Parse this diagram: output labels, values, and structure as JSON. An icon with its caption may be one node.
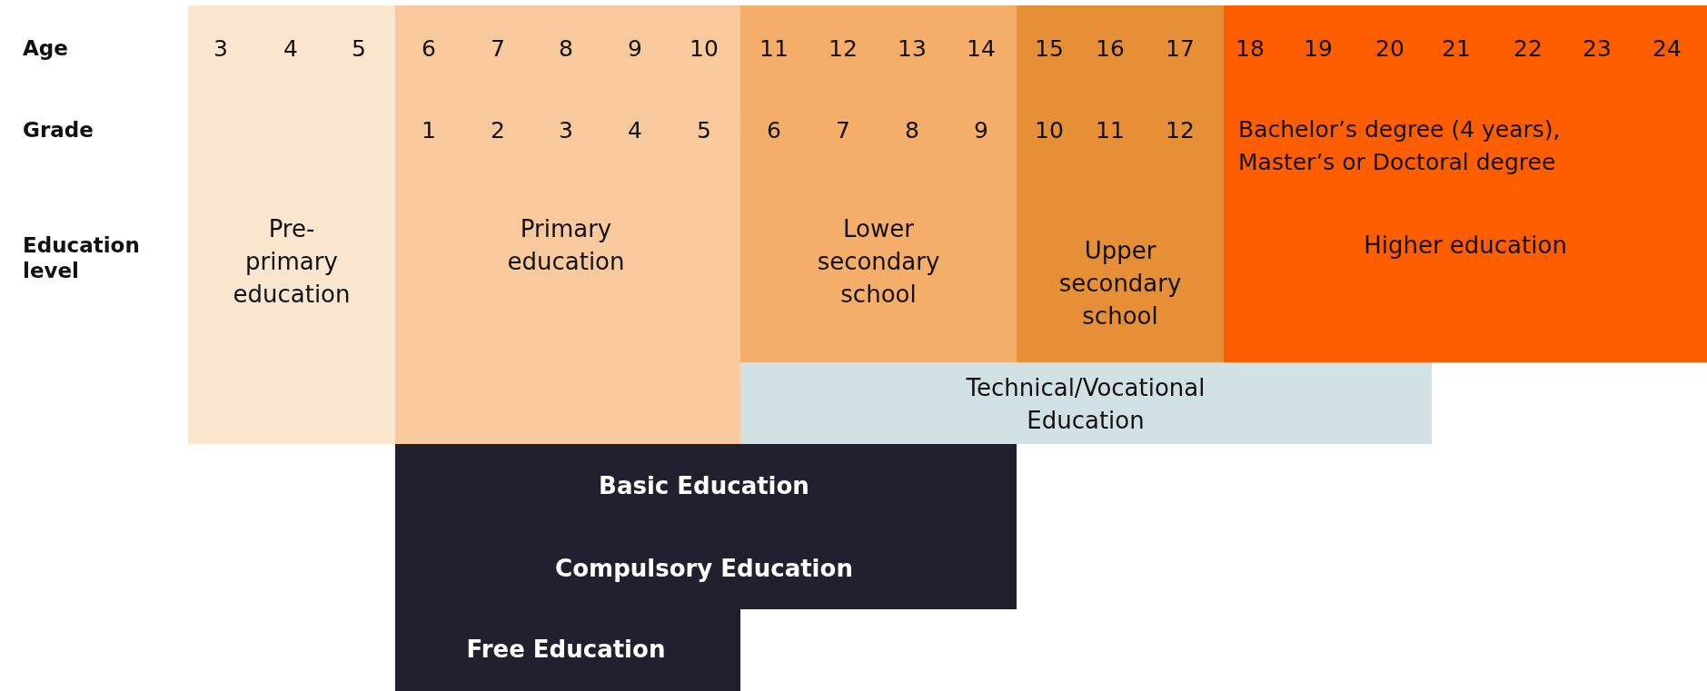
{
  "diagram": {
    "nodes": [
      {
        "text": [
          "Pre-primary education"
        ]
      },
      {
        "text": [
          "Primary education"
        ]
      },
      {
        "text": [
          "Lower secondary school"
        ]
      },
      {
        "text": [
          "Upper secondary school"
        ]
      },
      {
        "text": [
          "Higher education"
        ]
      },
      {
        "text": [
          "Technical/Vocational Education"
        ]
      },
      {
        "text": [
          "Basic Education",
          "Compulsory Education"
        ]
      },
      {
        "text": [
          "Free Education"
        ]
      }
    ],
    "labels": [
      "Age",
      "3",
      "4",
      "5",
      "6",
      "7",
      "8",
      "9",
      "10",
      "11",
      "12",
      "13",
      "14",
      "15",
      "16",
      "17",
      "18",
      "19",
      "20",
      "21",
      "22",
      "23",
      "24",
      "Grade",
      "1",
      "2",
      "3",
      "4",
      "5",
      "6",
      "7",
      "8",
      "9",
      "10",
      "11",
      "12",
      "Bachelor’s degree (4 years), Master’s or Doctoral degree",
      "Education level"
    ]
  }
}
